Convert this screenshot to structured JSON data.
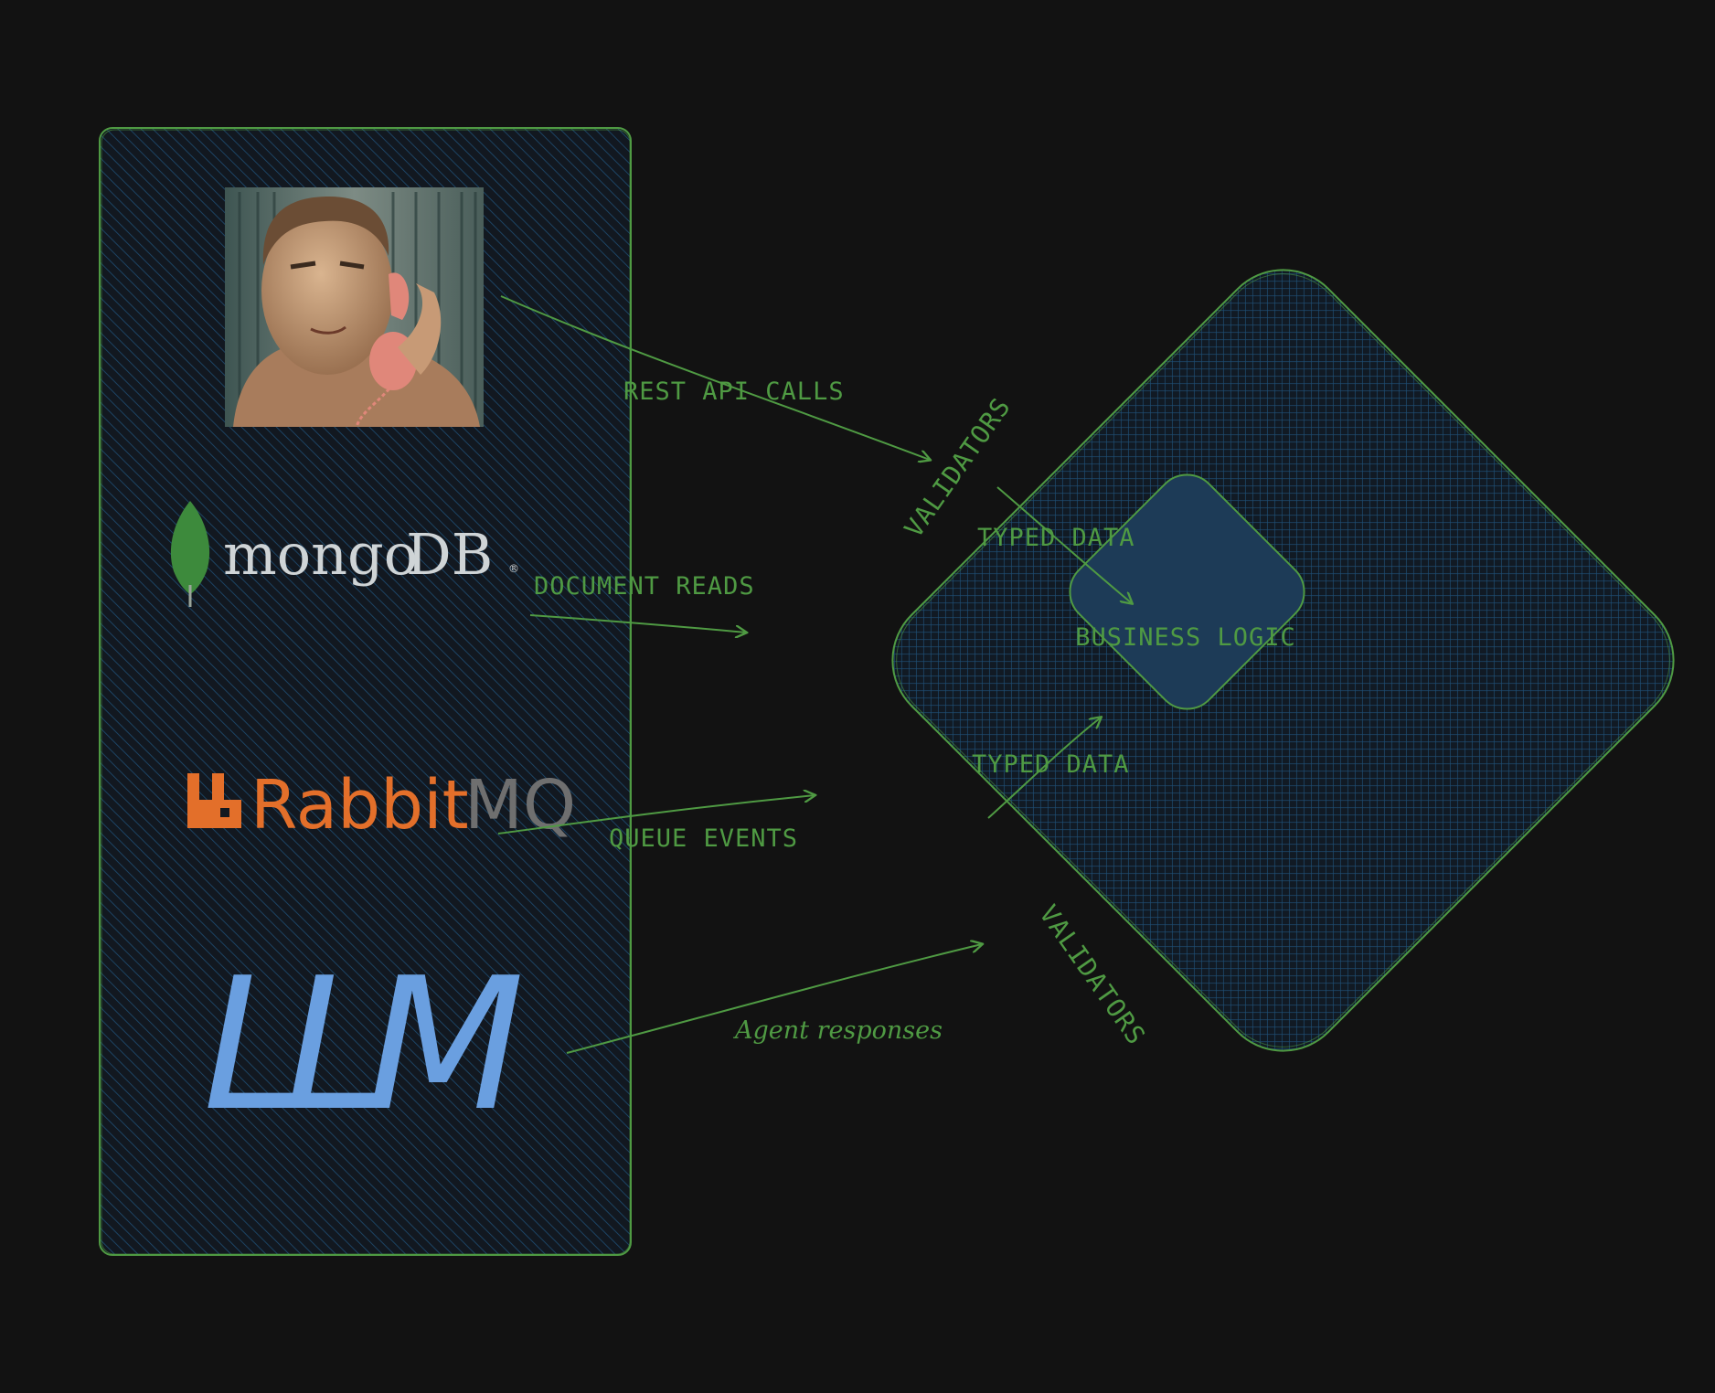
{
  "diagram": {
    "colors": {
      "background": "#121212",
      "stroke": "#4f9a43",
      "hatch": "#1e4e74",
      "core_fill": "#1d3b57",
      "label": "#4f9a43",
      "llm_text": "#6a9fe0",
      "mongo_leaf": "#3d8a3c",
      "mongo_text": "#cfd4d6",
      "rabbit_orange": "#e36f2a",
      "rabbit_gray": "#6f6f6f"
    },
    "sources": {
      "portrait_alt": "painted portrait of man on phone",
      "mongodb": {
        "text_main": "mongo",
        "text_accent": "DB",
        "mark": "®"
      },
      "rabbitmq": {
        "text_main": "Rabbit",
        "text_accent": "MQ"
      },
      "llm": "LLM"
    },
    "edges": {
      "rest": "REST API CALLS",
      "document": "DOCUMENT READS",
      "queue": "QUEUE EVENTS",
      "agent": "Agent responses"
    },
    "outer": {
      "validators_top": "VALIDATORS",
      "validators_bottom": "VALIDATORS",
      "typed_data_top": "TYPED DATA",
      "typed_data_bottom": "TYPED DATA"
    },
    "core": {
      "label": "BUSINESS LOGIC"
    }
  }
}
